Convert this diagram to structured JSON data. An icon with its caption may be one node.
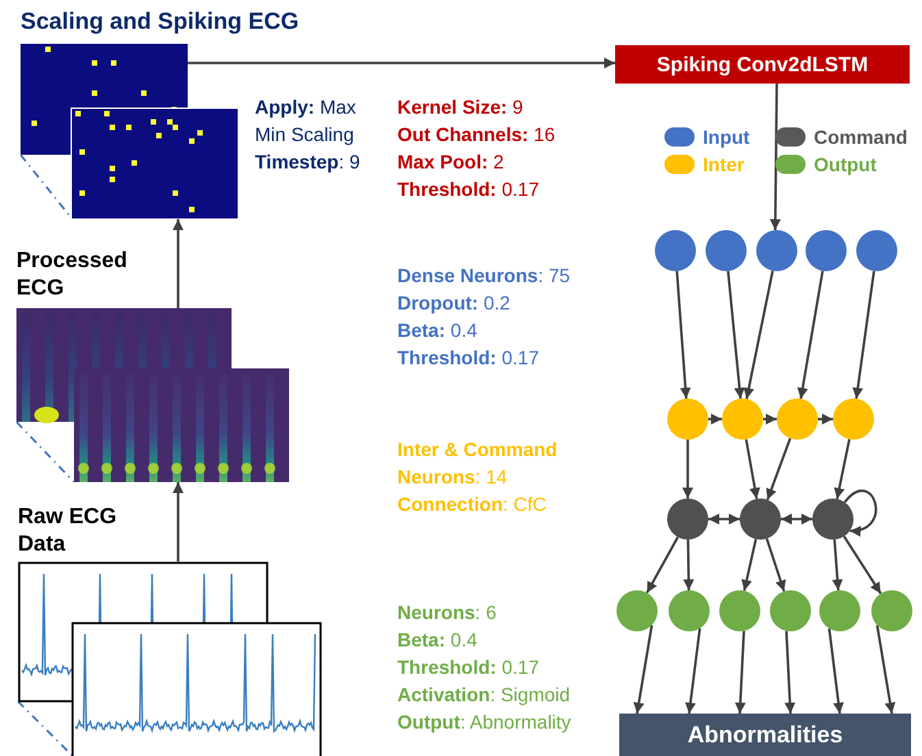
{
  "diagram": {
    "nodes": [
      {
        "text": [
          "Scaling and Spiking ECG"
        ]
      },
      {
        "text": [
          "Processed ECG"
        ]
      },
      {
        "text": [
          "Raw ECG Data"
        ]
      },
      {
        "text": [
          "Spiking Conv2dLSTM"
        ]
      },
      {
        "text": [
          "Abnormalities"
        ]
      },
      {
        "text": [],
        "shape": "circle"
      },
      {
        "text": [],
        "shape": "circle"
      },
      {
        "text": [],
        "shape": "circle"
      },
      {
        "text": [],
        "shape": "circle"
      },
      {
        "text": [],
        "shape": "circle"
      },
      {
        "text": [],
        "shape": "circle"
      },
      {
        "text": [],
        "shape": "circle"
      },
      {
        "text": [],
        "shape": "circle"
      },
      {
        "text": [],
        "shape": "circle"
      },
      {
        "text": [],
        "shape": "circle"
      },
      {
        "text": [],
        "shape": "circle"
      },
      {
        "text": [],
        "shape": "circle"
      },
      {
        "text": [],
        "shape": "circle"
      },
      {
        "text": [],
        "shape": "circle"
      },
      {
        "text": [],
        "shape": "circle"
      },
      {
        "text": [],
        "shape": "circle"
      },
      {
        "text": [],
        "shape": "circle"
      },
      {
        "text": [],
        "shape": "circle"
      }
    ],
    "edges": [
      {
        "from": 2,
        "to": 1,
        "arrow": "to"
      },
      {
        "from": 1,
        "to": 0,
        "arrow": "to"
      },
      {
        "from": 0,
        "to": 3,
        "arrow": "to"
      },
      {
        "from": 3,
        "to": 7,
        "arrow": "to"
      },
      {
        "from": 5,
        "to": 10,
        "arrow": "to"
      },
      {
        "from": 6,
        "to": 11,
        "arrow": "to"
      },
      {
        "from": 7,
        "to": 11,
        "arrow": "to"
      },
      {
        "from": 8,
        "to": 12,
        "arrow": "to"
      },
      {
        "from": 9,
        "to": 13,
        "arrow": "to"
      },
      {
        "from": 10,
        "to": 11,
        "arrow": "to"
      },
      {
        "from": 11,
        "to": 12,
        "arrow": "to"
      },
      {
        "from": 12,
        "to": 13,
        "arrow": "to"
      },
      {
        "from": 10,
        "to": 14,
        "arrow": "to"
      },
      {
        "from": 11,
        "to": 15,
        "arrow": "to"
      },
      {
        "from": 12,
        "to": 15,
        "arrow": "to"
      },
      {
        "from": 13,
        "to": 16,
        "arrow": "to"
      },
      {
        "from": 14,
        "to": 15,
        "arrow": "both"
      },
      {
        "from": 15,
        "to": 16,
        "arrow": "both"
      },
      {
        "from": 16,
        "to": 16,
        "arrow": "to"
      },
      {
        "from": 14,
        "to": 17,
        "arrow": "to"
      },
      {
        "from": 14,
        "to": 18,
        "arrow": "to"
      },
      {
        "from": 15,
        "to": 19,
        "arrow": "to"
      },
      {
        "from": 15,
        "to": 20,
        "arrow": "to"
      },
      {
        "from": 16,
        "to": 21,
        "arrow": "to"
      },
      {
        "from": 16,
        "to": 22,
        "arrow": "to"
      },
      {
        "from": 17,
        "to": 4,
        "arrow": "to"
      },
      {
        "from": 18,
        "to": 4,
        "arrow": "to"
      },
      {
        "from": 19,
        "to": 4,
        "arrow": "to"
      },
      {
        "from": 20,
        "to": 4,
        "arrow": "to"
      },
      {
        "from": 21,
        "to": 4,
        "arrow": "to"
      },
      {
        "from": 22,
        "to": 4,
        "arrow": "to"
      }
    ],
    "labels": [
      "**Apply:** Max Min Scaling",
      "**Timestep**: 9",
      "**Kernel Size:** 9",
      "**Out Channels:** 16",
      "**Max Pool:** 2",
      "**Threshold:** 0.17",
      "**Dense Neurons**: 75",
      "**Dropout:** 0.2",
      "**Beta:** 0.4",
      "**Threshold:** 0.17",
      "Inter & Command",
      "**Neurons**: 14",
      "**Connection**: CfC",
      "**Neurons**: 6",
      "**Beta:** 0.4",
      "**Threshold:** 0.17",
      "**Activation**: Sigmoid",
      "**Output**: Abnormality"
    ],
    "legend": [
      {
        "text": "Input",
        "color": "#4472c4"
      },
      {
        "text": "Command",
        "color": "#595959"
      },
      {
        "text": "Inter",
        "color": "#ffc000"
      },
      {
        "text": "Output",
        "color": "#70ad47"
      }
    ]
  }
}
